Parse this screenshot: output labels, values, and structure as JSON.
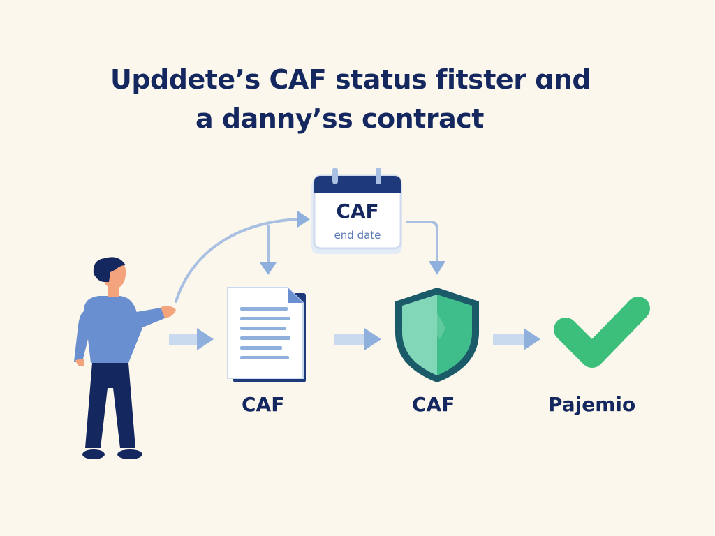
{
  "title": {
    "line1": "Upddete’s CAF status fitster ɑnd",
    "line2": "a danny’ss contract"
  },
  "calendar": {
    "title": "CAF",
    "subtitle": "end date"
  },
  "steps": [
    {
      "label": "CAF",
      "icon": "document-icon"
    },
    {
      "label": "CAF",
      "icon": "shield-icon"
    },
    {
      "label": "Pajemio",
      "icon": "checkmark-icon"
    }
  ],
  "colors": {
    "background": "#fbf7ec",
    "navy": "#14285f",
    "arrow": "#8fb0dc",
    "arrow_light": "#c9d9ee",
    "person_shirt": "#6a8fd0",
    "shield_left": "#7fd4b4",
    "shield_right": "#3cbf8a",
    "check": "#3cbf7a"
  }
}
